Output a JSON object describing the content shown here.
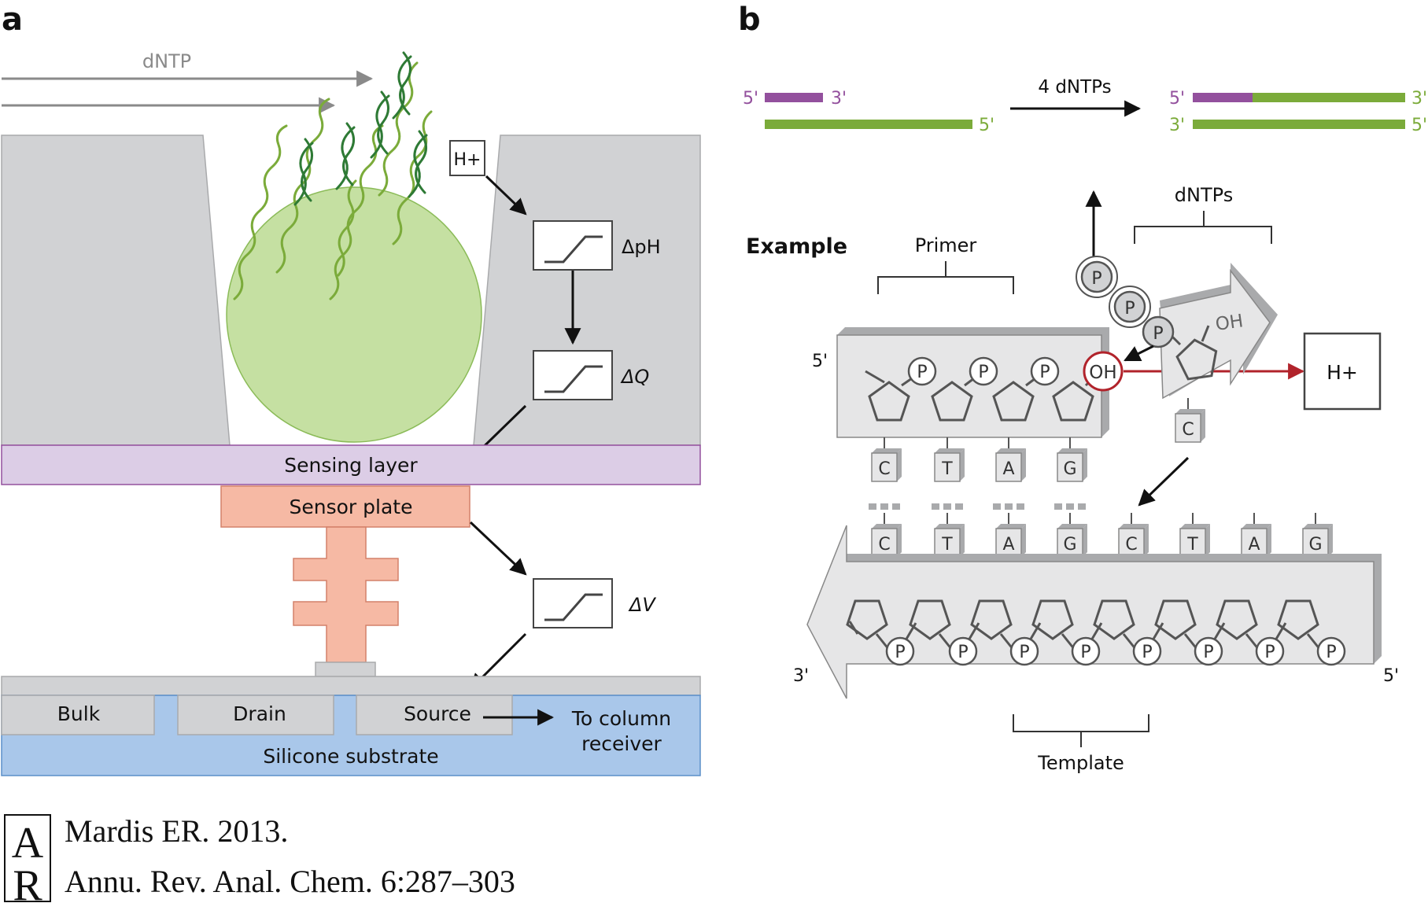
{
  "panel_a": {
    "letter": "a",
    "dntp": "dNTP",
    "h_plus": "H+",
    "delta_ph": "ΔpH",
    "delta_q": "ΔQ",
    "delta_v": "ΔV",
    "sensing_layer": "Sensing layer",
    "sensor_plate": "Sensor plate",
    "bulk": "Bulk",
    "drain": "Drain",
    "source": "Source",
    "to_column_line1": "To column",
    "to_column_line2": "receiver",
    "substrate": "Silicone substrate"
  },
  "panel_b": {
    "letter": "b",
    "top_left_5": "5'",
    "top_left_3": "3'",
    "bottom_left_5": "5'",
    "four_dntps": "4 dNTPs",
    "right_top_5": "5'",
    "right_top_3": "3'",
    "right_bottom_3": "3'",
    "right_bottom_5": "5'",
    "example": "Example",
    "primer": "Primer",
    "dntps": "dNTPs",
    "template": "Template",
    "primer_5": "5'",
    "template_3": "3'",
    "template_5": "5'",
    "p": "P",
    "oh": "OH",
    "h_plus": "H+",
    "primer_bases": [
      "C",
      "T",
      "A",
      "G"
    ],
    "template_bases": [
      "C",
      "T",
      "A",
      "G",
      "C",
      "T",
      "A",
      "G"
    ],
    "incoming_base": "C"
  },
  "citation": {
    "line1": "Mardis ER. 2013.",
    "line2": "Annu. Rev. Anal. Chem. 6:287–303",
    "logo": "AR"
  },
  "colors": {
    "gray": "#d1d2d4",
    "bead": "#c5e0a2",
    "sensing": "#dccde6",
    "sensor_plate": "#f6b9a4",
    "substrate": "#a9c7ea",
    "purple": "#93509d",
    "green": "#7bab3a",
    "red": "#b1232b"
  }
}
